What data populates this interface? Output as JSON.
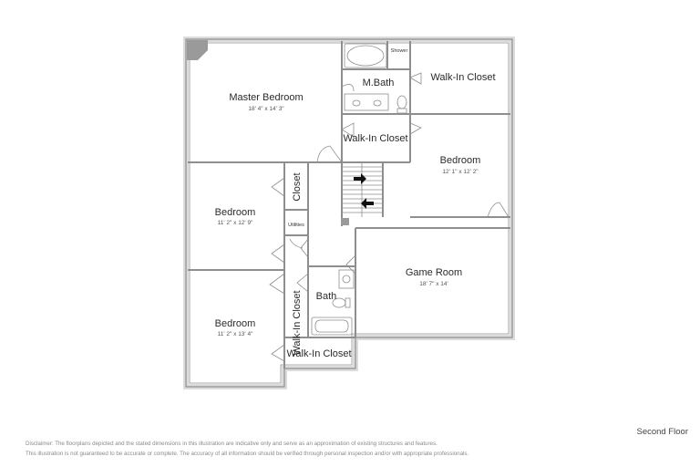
{
  "floor_label": "Second Floor",
  "disclaimer": {
    "line1": "Disclaimer: The floorplans depicted and the stated dimensions in this illustration are indicative only and serve as an approximation of existing structures and features.",
    "line2": "This illustration is not guaranteed to be accurate or complete. The accuracy of all information should be verified through personal inspection and/or with appropriate professionals."
  },
  "rooms": {
    "master_bedroom": {
      "name": "Master Bedroom",
      "dims": "18' 4\" x 14' 3\""
    },
    "mbath": {
      "name": "M.Bath"
    },
    "shower": {
      "name": "Shower"
    },
    "walk_in_closet_top": {
      "name": "Walk-In Closet"
    },
    "walk_in_closet_mid": {
      "name": "Walk-In Closet"
    },
    "bedroom_right": {
      "name": "Bedroom",
      "dims": "12' 1\" x 12' 2\""
    },
    "bedroom_mid": {
      "name": "Bedroom",
      "dims": "11' 2\" x 12' 9\""
    },
    "closet": {
      "name": "Closet"
    },
    "utilities": {
      "name": "Utilities"
    },
    "game_room": {
      "name": "Game Room",
      "dims": "18' 7\" x 14'"
    },
    "bath": {
      "name": "Bath"
    },
    "walk_in_closet_vert": {
      "name": "Walk-In Closet"
    },
    "bedroom_bottom": {
      "name": "Bedroom",
      "dims": "11' 2\" x 13' 4\""
    },
    "walk_in_closet_bottom": {
      "name": "Walk-In Closet"
    }
  }
}
